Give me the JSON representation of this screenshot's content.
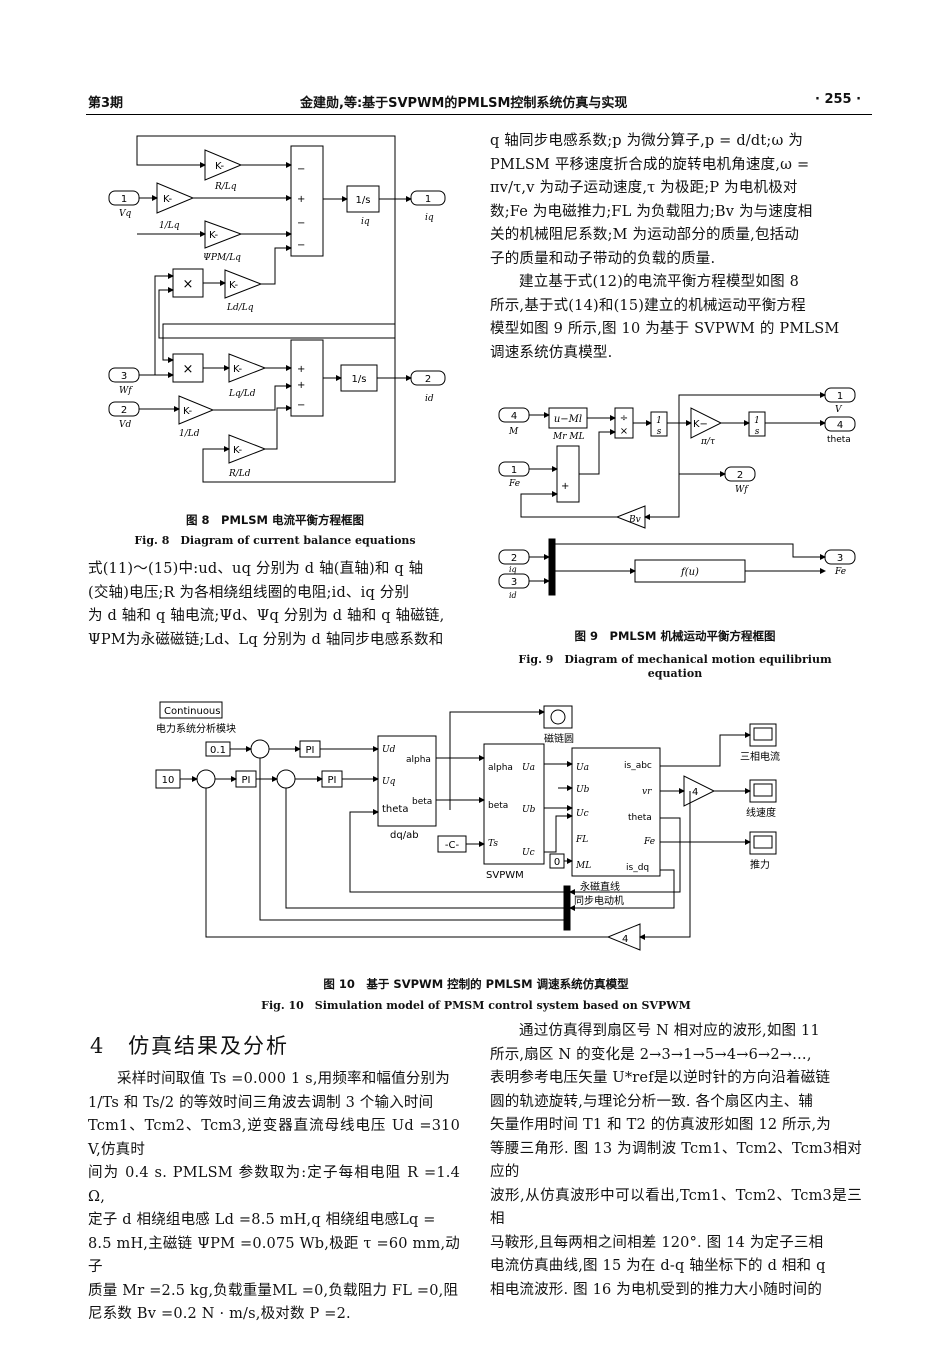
{
  "header": {
    "issue": "第3期",
    "title": "金建勋,等:基于SVPWM的PMLSM控制系统仿真与实现",
    "page": "· 255 ·"
  },
  "fig8": {
    "caption_cn": "图 8　PMLSM 电流平衡方程框图",
    "caption_en": "Fig. 8　Diagram of current balance equations",
    "in1": "1",
    "in1_label": "Vq",
    "in3": "3",
    "in3_label": "Wf",
    "in2": "2",
    "in2_label": "Vd",
    "out1": "1",
    "out1_label": "iq",
    "out2": "2",
    "out2_label": "id",
    "gain": "K-",
    "mult": "×",
    "integrator": "1/s",
    "g_r_lq": "R/Lq",
    "g_1_lq": "1/Lq",
    "g_psi_lq": "ΨPM/Lq",
    "g_ld_lq": "Ld/Lq",
    "g_lq_ld": "Lq/Ld",
    "g_1_ld": "1/Ld",
    "g_r_ld": "R/Ld",
    "sig_iq": "iq",
    "sig_id": "id",
    "plus": "+",
    "minus": "−"
  },
  "fig9": {
    "caption_cn": "图 9　PMLSM 机械运动平衡方程框图",
    "caption_en": "Fig. 9　Diagram of mechanical motion equilibrium equation",
    "in4": "4",
    "in4_label": "M",
    "in1": "1",
    "in1_label": "Fe",
    "in2": "2",
    "in2_label": "iq",
    "in3": "3",
    "in3_label": "id",
    "fcn": "u−Ml",
    "fcn_label": "Mr  ML",
    "div": "÷\n×",
    "int": "1/s",
    "gain": "K−",
    "gain_label": "π/τ",
    "out1": "1",
    "out1_label": "V",
    "out4": "4",
    "out4_label": "theta",
    "out2": "2",
    "out2_label": "Wf",
    "out3": "3",
    "out3_label": "Fe",
    "bv": "Bv",
    "fu": "f(u)",
    "plus": "+"
  },
  "fig10": {
    "caption_cn": "图 10　基于 SVPWM 控制的 PMLSM 调速系统仿真模型",
    "caption_en": "Fig. 10　Simulation model of PMSM control system based on SVPWM",
    "continuous": "Continuous",
    "powergui": "电力系统分析模块",
    "const_01": "0.1",
    "const_10": "10",
    "pi": "PI",
    "dqab_in": [
      "Ud",
      "Uq",
      "theta"
    ],
    "dqab_out": [
      "alpha",
      "beta"
    ],
    "dqab_name": "dq/ab",
    "svpwm_in": [
      "alpha",
      "beta",
      "Ts"
    ],
    "svpwm_out": [
      "Ua",
      "Ub",
      "Uc"
    ],
    "svpwm_name": "SVPWM",
    "const_c": "-C-",
    "motor_in": [
      "Ua",
      "Ub",
      "Uc",
      "FL",
      "ML"
    ],
    "motor_out": [
      "is_abc",
      "vr",
      "theta",
      "Fe",
      "is_dq"
    ],
    "motor_name": [
      "永磁直线",
      "同步电动机"
    ],
    "const_0": "0",
    "gain4": "4",
    "scope_flux": "磁链圆",
    "scope_current": "三相电流",
    "scope_speed": "线速度",
    "scope_force": "推力"
  },
  "left_text": [
    "式(11)～(15)中:ud、uq 分别为 d 轴(直轴)和 q 轴",
    "(交轴)电压;R 为各相绕组线圈的电阻;id、iq 分别",
    "为 d 轴和 q 轴电流;Ψd、Ψq 分别为 d 轴和 q 轴磁链,",
    "ΨPM为永磁磁链;Ld、Lq 分别为 d 轴同步电感系数和"
  ],
  "right_text": [
    "q 轴同步电感系数;p 为微分算子,p = d/dt;ω 为",
    "PMLSM 平移速度折合成的旋转电机角速度,ω =",
    "πv/τ,v 为动子运动速度,τ 为极距;P 为电机极对",
    "数;Fe 为电磁推力;FL 为负载阻力;Bv 为与速度相",
    "关的机械阻尼系数;M 为运动部分的质量,包括动",
    "子的质量和动子带动的负载的质量."
  ],
  "right_text2": [
    "建立基于式(12)的电流平衡方程模型如图 8",
    "所示,基于式(14)和(15)建立的机械运动平衡方程",
    "模型如图 9 所示,图 10 为基于 SVPWM 的 PMLSM",
    "调速系统仿真模型."
  ],
  "section": {
    "number": "4",
    "title": "仿真结果及分析"
  },
  "sec4_left": [
    "采样时间取值 Ts =0.000 1 s,用频率和幅值分别为",
    "1/Ts 和 Ts/2 的等效时间三角波去调制 3 个输入时间",
    "Tcm1、Tcm2、Tcm3,逆变器直流母线电压 Ud =310 V,仿真时",
    "间为 0.4 s. PMLSM 参数取为:定子每相电阻 R =1.4 Ω,",
    "定子 d 相绕组电感 Ld =8.5 mH,q 相绕组电感Lq =",
    "8.5 mH,主磁链 ΨPM =0.075 Wb,极距 τ =60 mm,动子",
    "质量 Mr =2.5 kg,负载重量ML =0,负载阻力 FL =0,阻",
    "尼系数 Bv =0.2 N · m/s,极对数 P =2."
  ],
  "sec4_right": [
    "通过仿真得到扇区号 N 相对应的波形,如图 11",
    "所示,扇区 N 的变化是 2→3→1→5→4→6→2→…,",
    "表明参考电压矢量 U*ref是以逆时针的方向沿着磁链",
    "圆的轨迹旋转,与理论分析一致. 各个扇区内主、辅",
    "矢量作用时间 T1 和 T2 的仿真波形如图 12 所示,为",
    "等腰三角形. 图 13 为调制波 Tcm1、Tcm2、Tcm3相对应的",
    "波形,从仿真波形中可以看出,Tcm1、Tcm2、Tcm3是三相",
    "马鞍形,且每两相之间相差 120°. 图 14 为定子三相",
    "电流仿真曲线,图 15 为在 d-q 轴坐标下的 d 相和 q",
    "相电流波形. 图 16 为电机受到的推力大小随时间的"
  ]
}
